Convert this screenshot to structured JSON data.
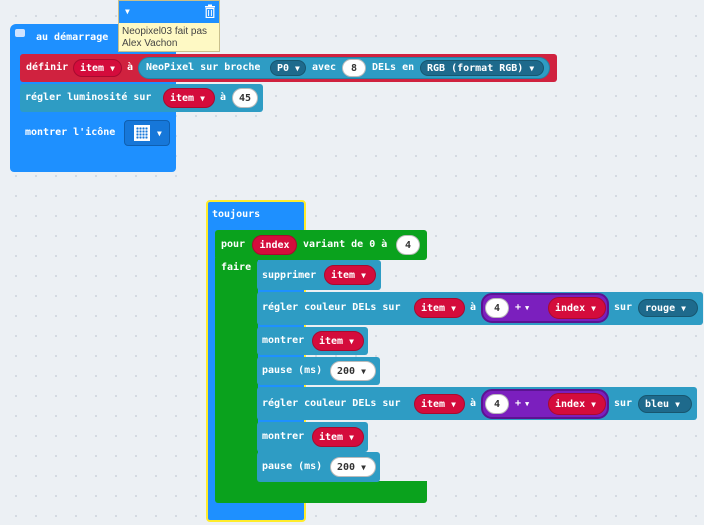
{
  "comment": {
    "text_line1": "Neopixel03 fait pas",
    "text_line2": "Alex Vachon",
    "collapse_icon": "chevron-down-icon",
    "delete_icon": "trash-icon"
  },
  "start_block": {
    "hat_label": "au démarrage",
    "comment_icon": "comment-icon"
  },
  "set_block": {
    "label": "définir",
    "var": "item",
    "to": "à",
    "neopixel_label": "NeoPixel sur broche",
    "pin": "P0",
    "with": "avec",
    "count": "8",
    "leds_in": "DELs en",
    "mode": "RGB (format RGB)"
  },
  "brightness_block": {
    "label": "régler luminosité sur",
    "var": "item",
    "to": "à",
    "value": "45"
  },
  "icon_block": {
    "label": "montrer l'icône",
    "icon_name": "grid-icon"
  },
  "forever_block": {
    "label": "toujours"
  },
  "for_block": {
    "label": "pour",
    "var": "index",
    "varies": "variant de 0 à",
    "end": "4",
    "do_label": "faire"
  },
  "clear_block": {
    "label": "supprimer",
    "var": "item"
  },
  "set_color_1": {
    "label": "régler couleur DELs sur",
    "var": "item",
    "to": "à",
    "num": "4",
    "op": "+",
    "index_var": "index",
    "on": "sur",
    "color": "rouge"
  },
  "show_1": {
    "label": "montrer",
    "var": "item"
  },
  "pause_1": {
    "label": "pause (ms)",
    "value": "200"
  },
  "set_color_2": {
    "label": "régler couleur DELs sur",
    "var": "item",
    "to": "à",
    "num": "4",
    "op": "+",
    "index_var": "index",
    "on": "sur",
    "color": "bleu"
  },
  "show_2": {
    "label": "montrer",
    "var": "item"
  },
  "pause_2": {
    "label": "pause (ms)",
    "value": "200"
  },
  "colors": {
    "blue": "#1e90ff",
    "teal": "#2e9cc4",
    "crimson": "#d0223f",
    "green": "#0aa21d",
    "variable": "#d40c3c",
    "purple": "#7b1fbe",
    "comment": "#fef9c4",
    "selected_outline": "#ffec2b"
  }
}
